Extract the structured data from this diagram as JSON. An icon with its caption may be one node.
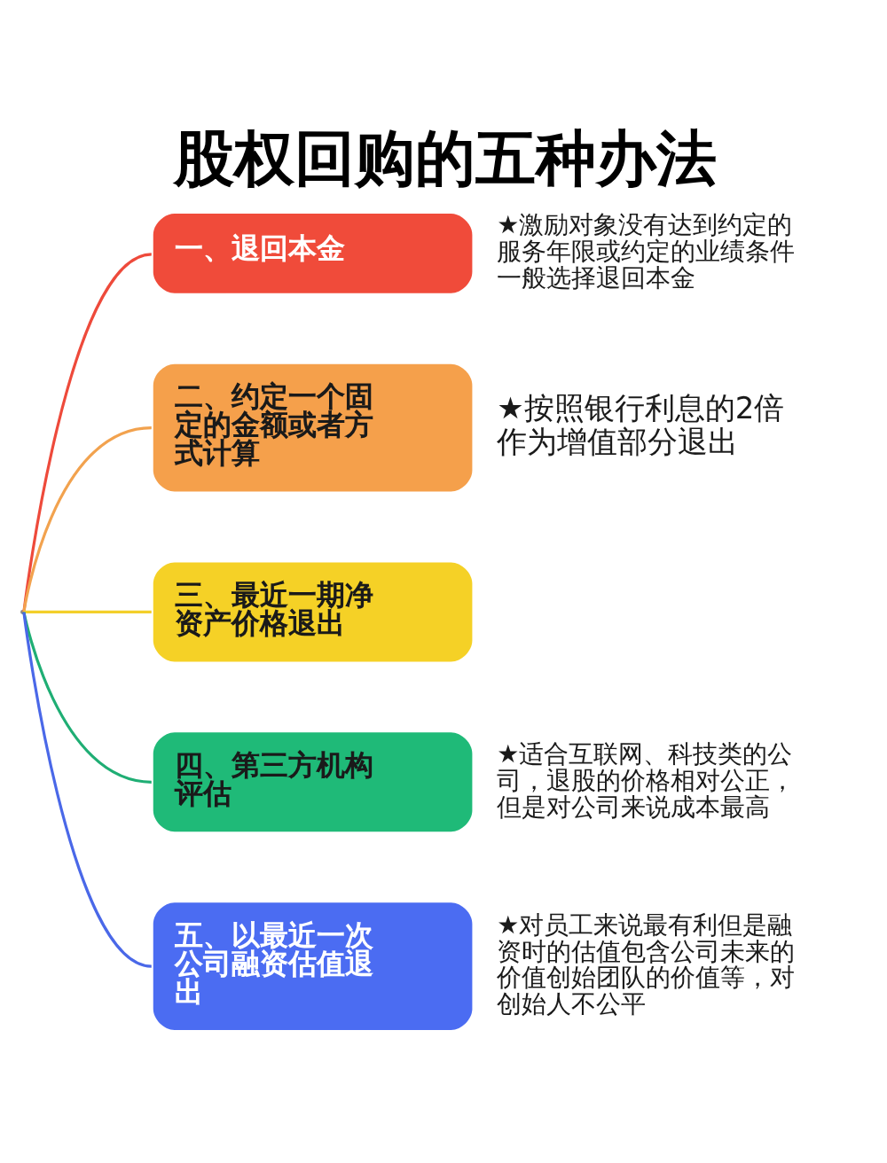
{
  "diagram": {
    "title": "股权回购的五种办法",
    "nodes": [
      {
        "text": [
          "一、退回本金"
        ],
        "beside": [
          "★激励对象没有达到约定的服务年限或约定的业绩条件一般选择退回本金"
        ]
      },
      {
        "text": [
          "二、约定一个固定的金额或者方式计算"
        ],
        "beside": [
          "★按照银行利息的2倍作为增值部分退出"
        ]
      },
      {
        "text": [
          "三、最近一期净资产价格退出"
        ]
      },
      {
        "text": [
          "四、第三方机构评估"
        ],
        "beside": [
          "★适合互联网、科技类的公司，退股的价格相对公正，但是对公司来说成本最高"
        ]
      },
      {
        "text": [
          "五、以最近一次公司融资估值退出"
        ],
        "beside": [
          "★对员工来说最有利但是融资时的估值包含公司未来的价值创始团队的价值等，对创始人不公平"
        ]
      }
    ],
    "edges": [
      {
        "from": null,
        "to": 0,
        "arrow": "none",
        "color": "#ee4a3b"
      },
      {
        "from": null,
        "to": 1,
        "arrow": "none",
        "color": "#f2a24e"
      },
      {
        "from": null,
        "to": 2,
        "arrow": "none",
        "color": "#f3cf2a"
      },
      {
        "from": null,
        "to": 3,
        "arrow": "none",
        "color": "#1fae74"
      },
      {
        "from": null,
        "to": 4,
        "arrow": "none",
        "color": "#4a68e8"
      }
    ]
  }
}
